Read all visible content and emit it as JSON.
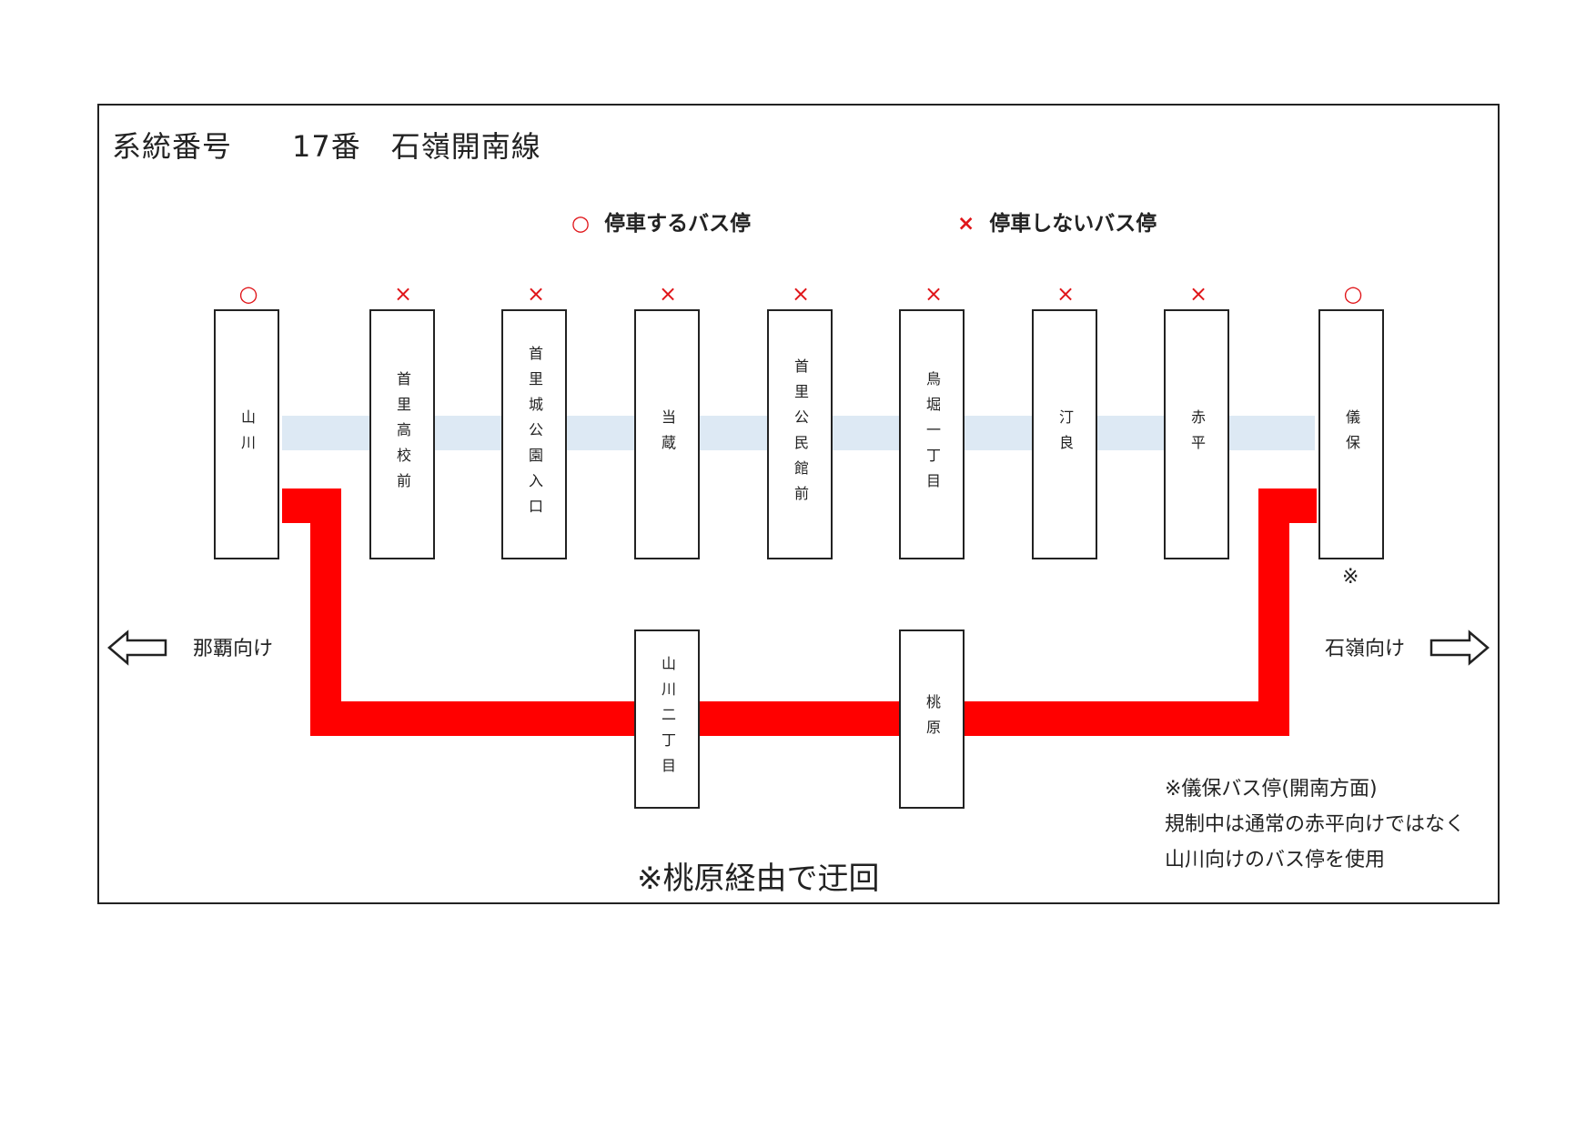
{
  "title": "系統番号　　17番　石嶺開南線",
  "legend": {
    "stop_symbol": "○",
    "stop_label": "停車するバス停",
    "skip_symbol": "×",
    "skip_label": "停車しないバス停"
  },
  "top_stops": [
    {
      "name": "山川",
      "mark": "○"
    },
    {
      "name": "首里高校前",
      "mark": "×"
    },
    {
      "name": "首里城公園入口",
      "mark": "×"
    },
    {
      "name": "当蔵",
      "mark": "×"
    },
    {
      "name": "首里公民館前",
      "mark": "×"
    },
    {
      "name": "鳥堀一丁目",
      "mark": "×"
    },
    {
      "name": "汀良",
      "mark": "×"
    },
    {
      "name": "赤平",
      "mark": "×"
    },
    {
      "name": "儀保",
      "mark": "○"
    }
  ],
  "gibo_note_mark": "※",
  "bottom_stops": [
    {
      "name": "山川二丁目"
    },
    {
      "name": "桃原"
    }
  ],
  "direction_left": "那覇向け",
  "direction_right": "石嶺向け",
  "note_lines": [
    "※儀保バス停(開南方面)",
    "規制中は通常の赤平向けではなく",
    "山川向けのバス停を使用"
  ],
  "detour_text": "※桃原経由で迂回",
  "colors": {
    "detour_route": "#ff0000",
    "normal_route": "#dde9f4",
    "mark": "#e0161a"
  }
}
